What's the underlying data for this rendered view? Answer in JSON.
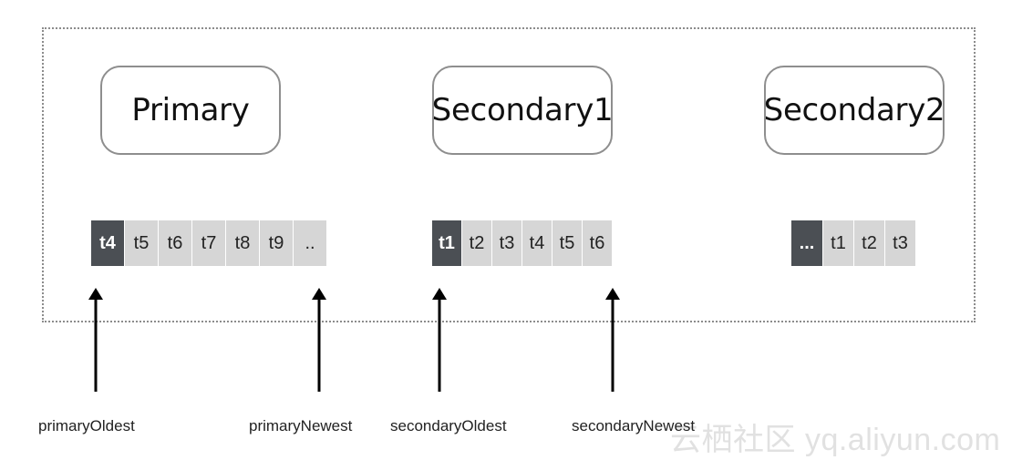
{
  "nodes": {
    "primary": "Primary",
    "secondary1": "Secondary1",
    "secondary2": "Secondary2"
  },
  "oplogs": {
    "primary": [
      "t4",
      "t5",
      "t6",
      "t7",
      "t8",
      "t9",
      ".."
    ],
    "secondary1": [
      "t1",
      "t2",
      "t3",
      "t4",
      "t5",
      "t6"
    ],
    "secondary2": [
      "...",
      "t1",
      "t2",
      "t3"
    ]
  },
  "pointers": {
    "primary_oldest": "primaryOldest",
    "primary_newest": "primaryNewest",
    "secondary_oldest": "secondaryOldest",
    "secondary_newest": "secondaryNewest"
  },
  "watermark": "云栖社区 yq.aliyun.com"
}
